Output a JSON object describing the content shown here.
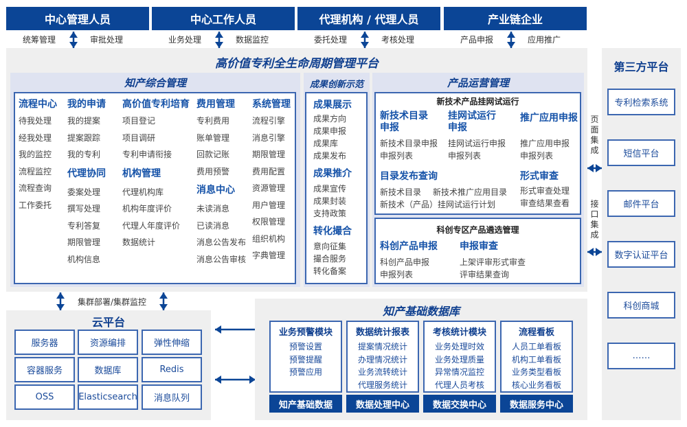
{
  "roles": [
    {
      "title": "中心管理人员",
      "left": "统筹管理",
      "right": "审批处理"
    },
    {
      "title": "中心工作人员",
      "left": "业务处理",
      "right": "数据监控"
    },
    {
      "title": "代理机构 / 代理人员",
      "left": "委托处理",
      "right": "考核处理"
    },
    {
      "title": "产业链企业",
      "left": "产品申报",
      "right": "应用推广"
    }
  ],
  "platform": {
    "title": "高价值专利全生命周期管理平台"
  },
  "integrated": {
    "title": "知产综合管理",
    "columns": [
      {
        "groups": [
          {
            "heading": "流程中心",
            "items": [
              "待我处理",
              "经我处理",
              "我的监控",
              "流程监控",
              "流程查询",
              "工作委托"
            ]
          }
        ]
      },
      {
        "groups": [
          {
            "heading": "我的申请",
            "items": [
              "我的提案",
              "提案跟踪",
              "我的专利"
            ]
          },
          {
            "heading": "代理协同",
            "items": [
              "委案处理",
              "撰写处理",
              "专利答复",
              "期限管理",
              "机构信息"
            ]
          }
        ]
      },
      {
        "groups": [
          {
            "heading": "高价值专利培育",
            "items": [
              "项目登记",
              "项目调研",
              "专利申请衔接"
            ]
          },
          {
            "heading": "机构管理",
            "items": [
              "代理机构库",
              "机构年度评价",
              "代理人年度评价",
              "数据统计"
            ]
          }
        ]
      },
      {
        "groups": [
          {
            "heading": "费用管理",
            "items": [
              "专利费用",
              "账单管理",
              "回款记账",
              "费用预警"
            ]
          },
          {
            "heading": "消息中心",
            "items": [
              "未读消息",
              "已读消息",
              "消息公告发布",
              "消息公告审核"
            ]
          }
        ]
      },
      {
        "groups": [
          {
            "heading": "系统管理",
            "items": [
              "流程引擎",
              "消息引擎",
              "期限管理",
              "费用配置",
              "资源管理",
              "用户管理",
              "权限管理",
              "组织机构",
              "字典管理"
            ]
          }
        ]
      }
    ]
  },
  "showcase": {
    "title": "成果创新示范",
    "groups": [
      {
        "heading": "成果展示",
        "items": [
          "成果方向",
          "成果申报",
          "成果库",
          "成果发布"
        ]
      },
      {
        "heading": "成果推介",
        "items": [
          "成果宣传",
          "成果封装",
          "支持政策"
        ]
      },
      {
        "heading": "转化撮合",
        "items": [
          "意向征集",
          "撮合服务",
          "转化备案"
        ]
      }
    ]
  },
  "product_ops": {
    "title": "产品运营管理",
    "trial": {
      "title": "新技术产品挂网试运行",
      "catalog": {
        "heading_l1": "新技术目录",
        "heading_l2": "申报",
        "items": [
          "新技术目录申报",
          "申报列表"
        ]
      },
      "trial_run": {
        "heading_l1": "挂网试运行",
        "heading_l2": "申报",
        "items": [
          "挂网试运行申报",
          "申报列表"
        ]
      },
      "promotion": {
        "heading": "推广应用申报",
        "items": [
          "推广应用申报",
          "申报列表"
        ]
      },
      "publish": {
        "heading": "目录发布查询",
        "items": [
          "新技术目录",
          "新技术推广应用目录",
          "新技术（产品）挂网试运行计划"
        ]
      },
      "review": {
        "heading": "形式审查",
        "items": [
          "形式审查处理",
          "审查结果查看"
        ]
      }
    },
    "selection": {
      "title": "科创专区产品遴选管理",
      "apply": {
        "heading": "科创产品申报",
        "items": [
          "科创产品申报",
          "申报列表"
        ]
      },
      "audit": {
        "heading": "申报审查",
        "items": [
          "上架评审形式审查",
          "评审结果查询"
        ]
      }
    }
  },
  "integration": {
    "page": "页面集成",
    "interface": "接口集成"
  },
  "third_party": {
    "title": "第三方平台",
    "items": [
      "专利检索系统",
      "短信平台",
      "邮件平台",
      "数字认证平台",
      "科创商城",
      "……"
    ]
  },
  "cluster_label": "集群部署/集群监控",
  "cloud": {
    "title": "云平台",
    "items": [
      "服务器",
      "资源编排",
      "弹性伸缩",
      "容器服务",
      "数据库",
      "Redis",
      "OSS",
      "Elasticsearch",
      "消息队列"
    ]
  },
  "database": {
    "title": "知产基础数据库",
    "modules": [
      {
        "title": "业务预警模块",
        "items": [
          "预警设置",
          "预警提醒",
          "预警应用"
        ],
        "footer": "知产基础数据"
      },
      {
        "title": "数据统计报表",
        "items": [
          "提案情况统计",
          "办理情况统计",
          "业务流转统计",
          "代理服务统计"
        ],
        "footer": "数据处理中心"
      },
      {
        "title": "考核统计模块",
        "items": [
          "业务处理时效",
          "业务处理质量",
          "异常情况监控",
          "代理人员考核"
        ],
        "footer": "数据交换中心"
      },
      {
        "title": "流程看板",
        "items": [
          "人员工单看板",
          "机构工单看板",
          "业务类型看板",
          "核心业务看板"
        ],
        "footer": "数据服务中心"
      }
    ]
  },
  "colors": {
    "navy": "#0b4596",
    "panel_gray": "#efefef",
    "band": "#dfe3f1",
    "border_blue": "#3b66b0",
    "heading_blue": "#1552a8"
  }
}
